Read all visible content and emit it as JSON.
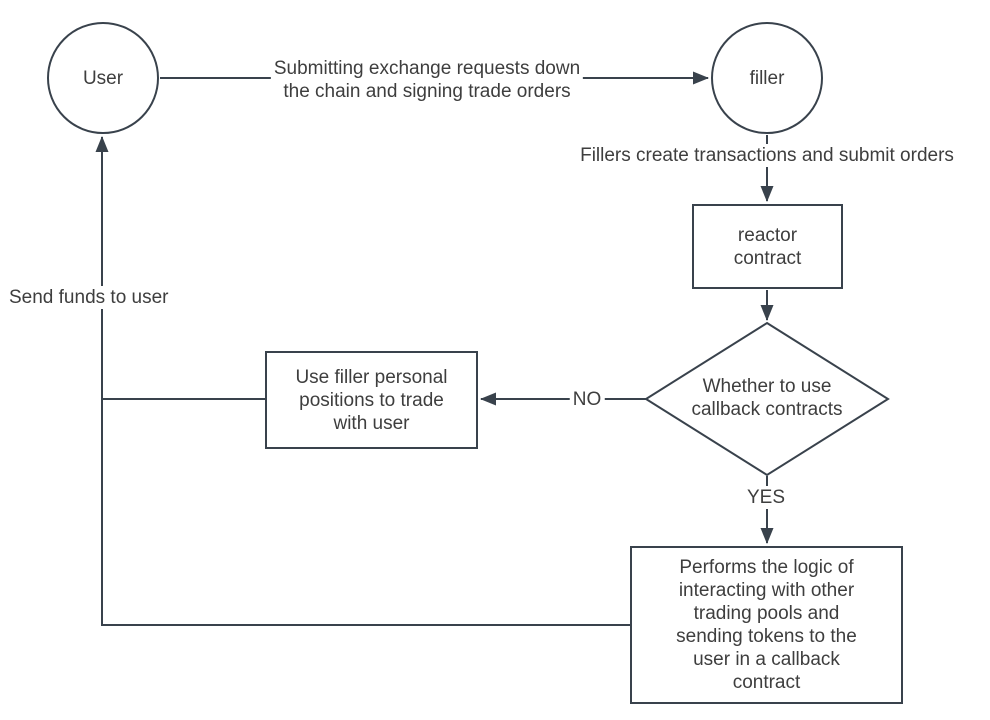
{
  "diagram": {
    "background": "#ffffff",
    "stroke_color": "#39424c",
    "text_color": "#3e3e3e",
    "nodes": {
      "user": {
        "shape": "circle",
        "label": "User"
      },
      "filler": {
        "shape": "circle",
        "label": "filler"
      },
      "reactor_contract": {
        "shape": "rect",
        "label": "reactor\ncontract"
      },
      "callback_decision": {
        "shape": "diamond",
        "label": "Whether to use\ncallback contracts"
      },
      "filler_positions": {
        "shape": "rect",
        "label": "Use filler personal\npositions to trade\nwith user"
      },
      "callback_logic": {
        "shape": "rect",
        "label": "Performs the logic of\ninteracting with other\ntrading pools and\nsending tokens to the\nuser in a callback\ncontract"
      }
    },
    "edge_labels": {
      "user_to_filler": "Submitting exchange requests down\nthe chain and signing trade orders",
      "filler_to_reactor": "Fillers create transactions and submit orders",
      "no_branch": "NO",
      "yes_branch": "YES",
      "send_funds": "Send funds to user"
    }
  }
}
